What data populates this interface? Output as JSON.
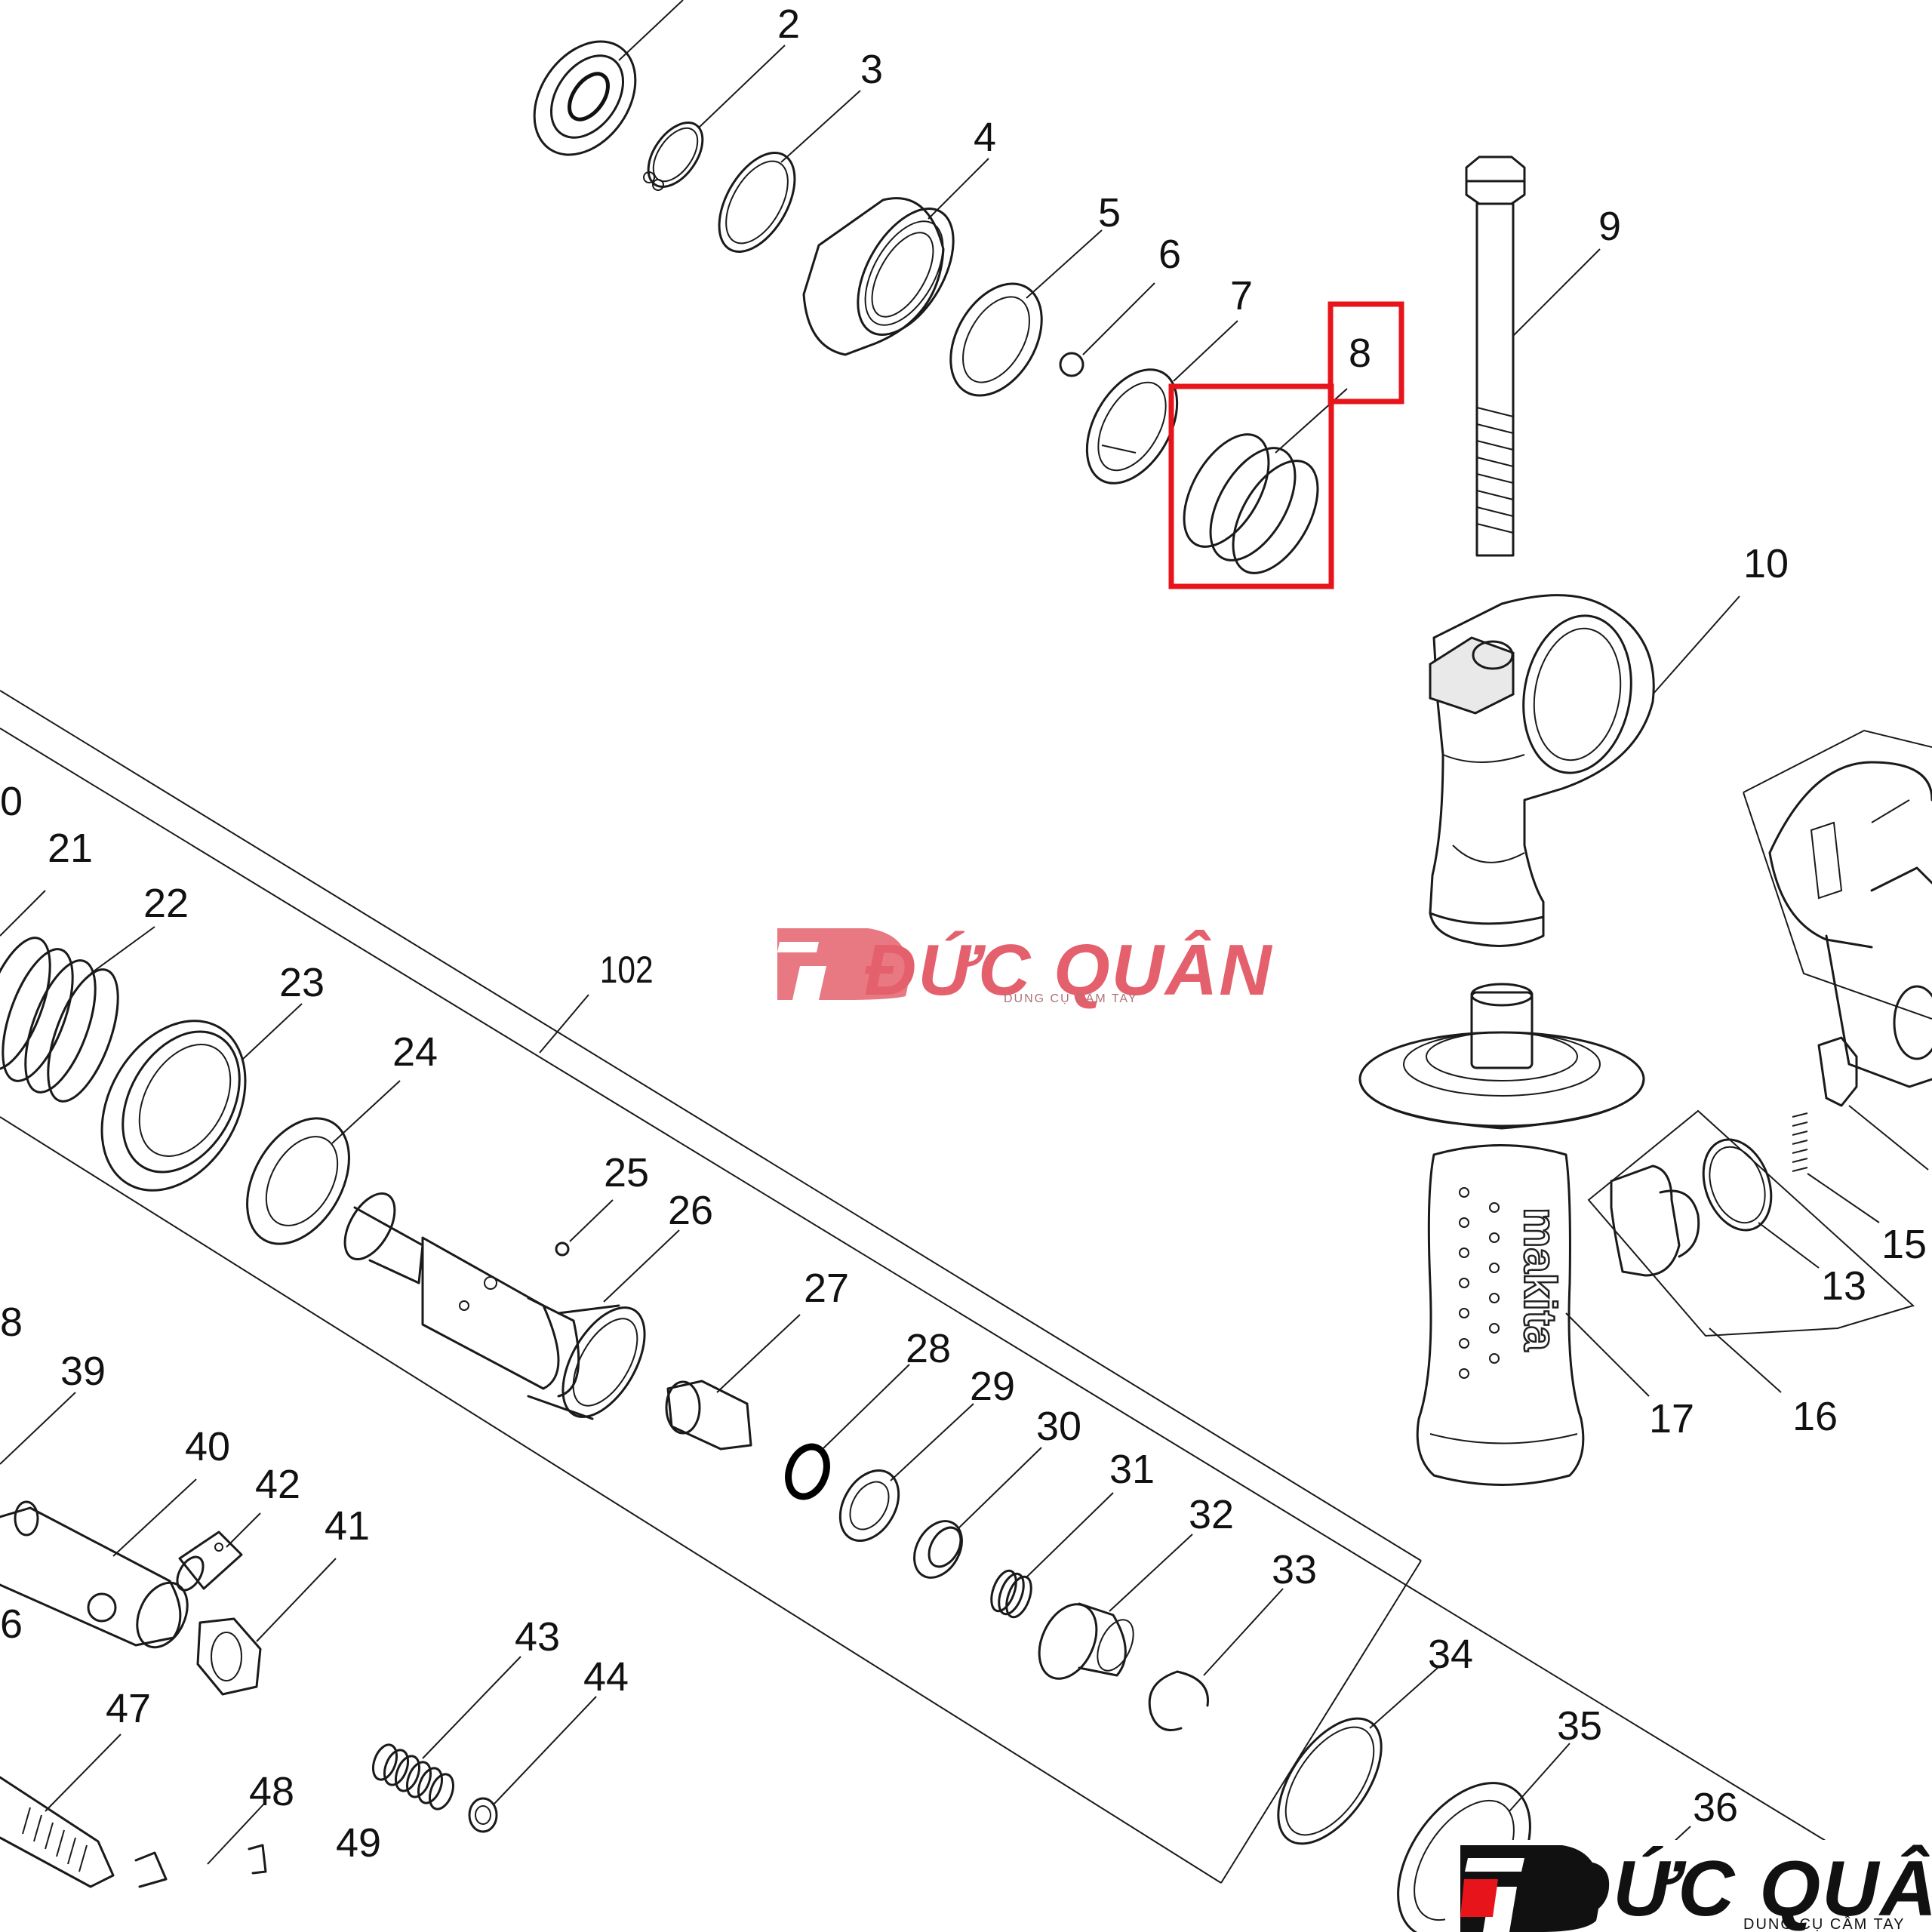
{
  "part_numbers": {
    "p2": "2",
    "p3": "3",
    "p4": "4",
    "p5": "5",
    "p6": "6",
    "p7": "7",
    "p8": "8",
    "p9": "9",
    "p10": "10",
    "p13": "13",
    "p15": "15",
    "p16": "16",
    "p17": "17",
    "p20": "0",
    "p21": "21",
    "p22": "22",
    "p23": "23",
    "p24": "24",
    "p25": "25",
    "p26": "26",
    "p27": "27",
    "p28": "28",
    "p29": "29",
    "p30": "30",
    "p31": "31",
    "p32": "32",
    "p33": "33",
    "p34": "34",
    "p35": "35",
    "p36": "36",
    "p38": "8",
    "p39": "39",
    "p40": "40",
    "p41": "41",
    "p42": "42",
    "p43": "43",
    "p44": "44",
    "p46": "6",
    "p47": "47",
    "p48": "48",
    "p49": "49",
    "p102": "102"
  },
  "highlight": {
    "part": "8",
    "color": "#e8141b"
  },
  "handle_text": "makita",
  "watermark": {
    "name": "ĐỨC QUÂN",
    "tagline": "DUNG CỤ CẦM TAY",
    "color": "#e4606c"
  },
  "logo": {
    "name": "ĐỨC QUÂN",
    "tagline": "DUNG CỤ CẦM TAY",
    "accent": "#e8141b"
  }
}
